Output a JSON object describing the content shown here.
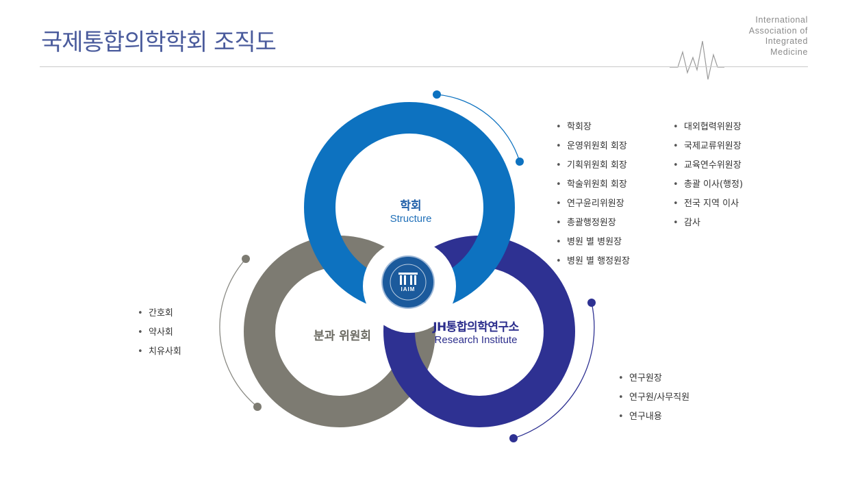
{
  "header": {
    "title": "국제통합의학학회 조직도",
    "org_name_lines": [
      "International",
      "Association of",
      "Integrated",
      "Medicine"
    ]
  },
  "diagram": {
    "top": {
      "label_ko": "학회",
      "label_en": "Structure",
      "color": "#0d72c0"
    },
    "left": {
      "label_ko": "분과 위원회",
      "color": "#7d7b72"
    },
    "right": {
      "label_ko": "JH통합의학연구소",
      "label_en": "Research Institute",
      "color": "#2e3192"
    },
    "emblem": {
      "text": "IAIM",
      "color": "#1b5a9c"
    }
  },
  "lists": {
    "structure_col1": [
      "학회장",
      "운영위원회 회장",
      "기획위원회 회장",
      "학술위원회 회장",
      "연구윤리위원장",
      "총괄행정원장",
      "병원 별 병원장",
      "병원 별 행정원장"
    ],
    "structure_col2": [
      "대외협력위원장",
      "국제교류위원장",
      "교육연수위원장",
      "총괄 이사(행정)",
      "전국 지역 이사",
      "감사"
    ],
    "committee": [
      "간호회",
      "약사회",
      "치유사회"
    ],
    "institute": [
      "연구원장",
      "연구원/사무직원",
      "연구내용"
    ]
  }
}
